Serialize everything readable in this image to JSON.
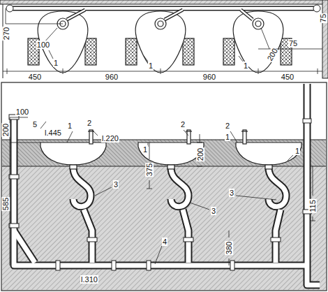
{
  "diagram": {
    "labels": [
      "270",
      "100",
      "450",
      "960",
      "960",
      "450",
      "75",
      "75",
      "200",
      "1",
      "1",
      "1",
      "100",
      "5",
      "l.445",
      "1",
      "2",
      "l.220",
      "1",
      "2",
      "200",
      "375",
      "2",
      "1",
      "1",
      "3",
      "3",
      "3",
      "115",
      "200",
      "585",
      "380",
      "4",
      "l.310"
    ]
  }
}
